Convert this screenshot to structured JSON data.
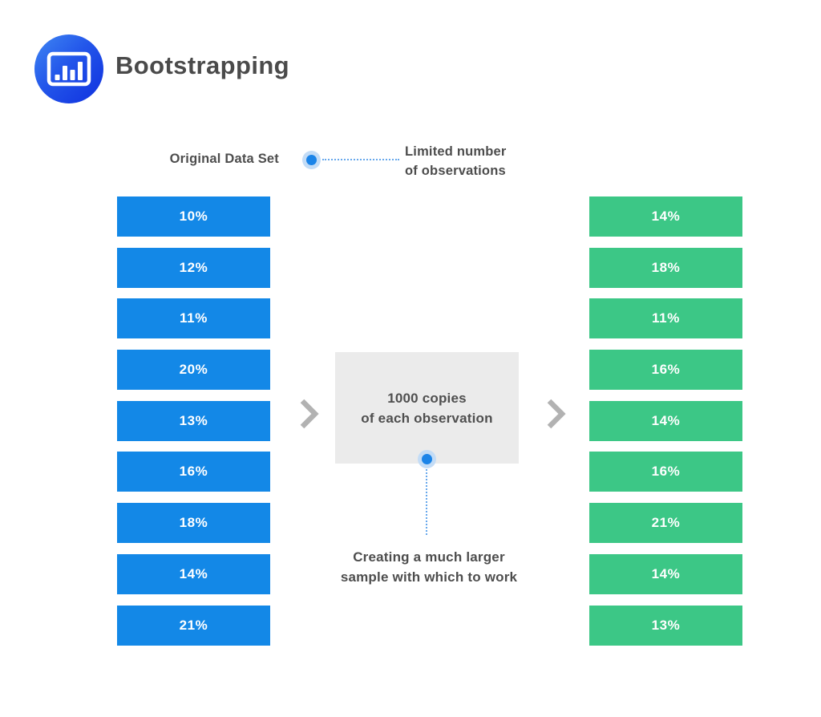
{
  "header": {
    "title": "Bootstrapping",
    "logo_icon": "bar-chart-icon"
  },
  "colors": {
    "blue_bar": "#1388e7",
    "green_bar": "#3cc786",
    "gray_box": "#ebebeb",
    "chevron": "#b2b2b2",
    "text": "#4a4a4a",
    "dot": "#1b84e8",
    "dot_halo": "#c3dcf6",
    "dotted_line": "#67a8ec",
    "logo_gradient_start": "#3f87f3",
    "logo_gradient_end": "#0f30df"
  },
  "original": {
    "label": "Original Data Set",
    "note": [
      "Limited number",
      "of observations"
    ],
    "values": [
      "10%",
      "12%",
      "11%",
      "20%",
      "13%",
      "16%",
      "18%",
      "14%",
      "21%"
    ]
  },
  "process": {
    "note": [
      "1000 copies",
      "of each observation"
    ],
    "caption": [
      "Creating a much larger",
      "sample with which to work"
    ]
  },
  "bootstrap": {
    "values": [
      "14%",
      "18%",
      "11%",
      "16%",
      "14%",
      "16%",
      "21%",
      "14%",
      "13%"
    ]
  }
}
